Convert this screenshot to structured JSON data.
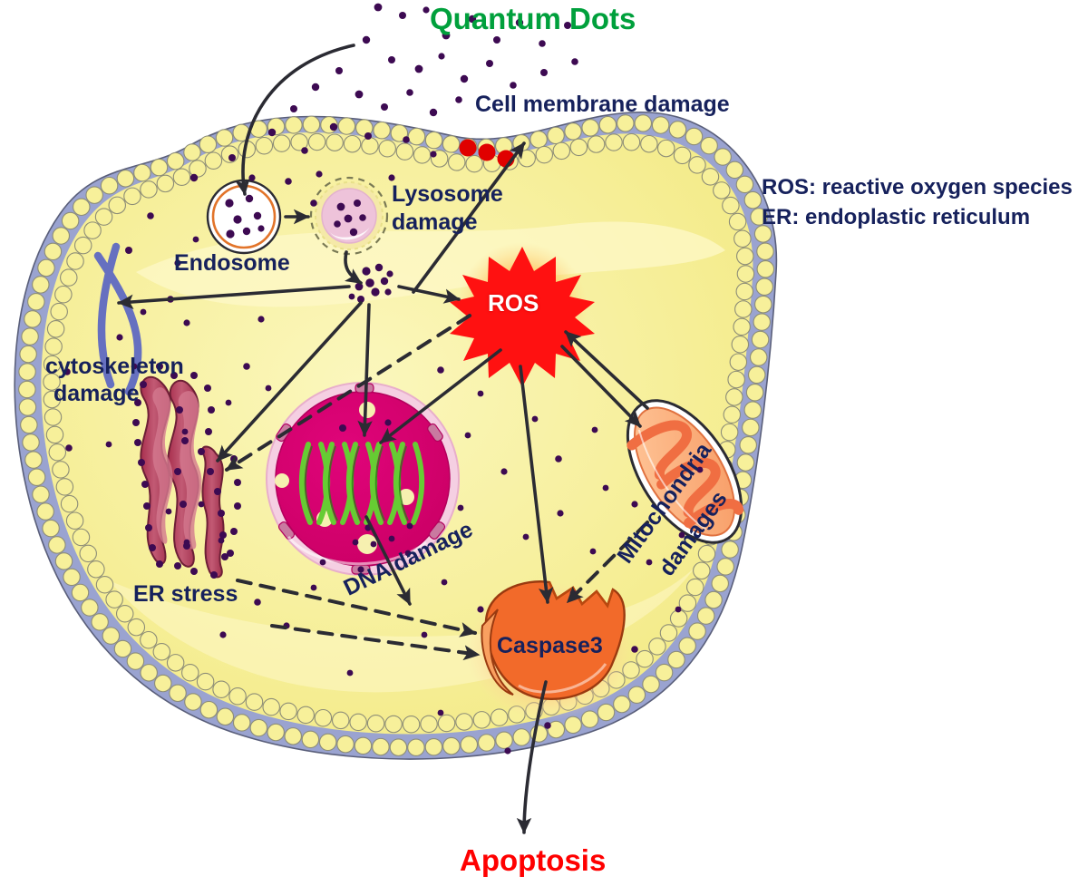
{
  "figure": {
    "type": "biological-pathway-diagram",
    "subject": "Quantum dot induced cytotoxicity pathways in a cell",
    "background_color": "#ffffff"
  },
  "title": {
    "text": "Quantum Dots",
    "color": "#00a03c"
  },
  "outcome": {
    "text": "Apoptosis",
    "color": "#ff0000"
  },
  "legend": {
    "items": [
      {
        "abbr": "ROS",
        "text": "ROS: reactive oxygen species"
      },
      {
        "abbr": "ER",
        "text": "ER: endoplastic reticulum"
      }
    ],
    "color": "#16215c"
  },
  "labels": {
    "cell_membrane_damage": "Cell membrane damage",
    "endosome": "Endosome",
    "lysosome_damage_line1": "Lysosome",
    "lysosome_damage_line2": "damage",
    "cytoskeleton_damage_line1": "cytoskeleton",
    "cytoskeleton_damage_line2": "damage",
    "er_stress": "ER stress",
    "dna_damage": "DNA damage",
    "mitochondria_damages_line1": "Mitochondria",
    "mitochondria_damages_line2": "damages",
    "ros": "ROS",
    "caspase3": "Caspase3"
  },
  "organelles": [
    {
      "name": "cell-membrane",
      "label": "Cell membrane damage",
      "damage": true,
      "colors": {
        "bilayer_head": "#f7f09a",
        "cytoplasm_band": "#9aa3d0",
        "damage_marker": "#e00000"
      }
    },
    {
      "name": "endosome",
      "label": "Endosome",
      "damage": false,
      "colors": {
        "fill": "#ffffff",
        "inner_ring": "#e2742a",
        "outer_ring": "#333333"
      }
    },
    {
      "name": "lysosome",
      "label": "Lysosome damage",
      "damage": true,
      "colors": {
        "fill": "#eec3da",
        "dashed_ring": "#e8e08a"
      }
    },
    {
      "name": "cytoskeleton",
      "label": "cytoskeleton damage",
      "damage": true,
      "colors": {
        "filament": "#6670c0"
      }
    },
    {
      "name": "endoplasmic-reticulum",
      "label": "ER stress",
      "damage": true,
      "colors": {
        "tubule": "#b03553",
        "highlight": "#d4798f",
        "ribosome": "#3d0a52"
      }
    },
    {
      "name": "nucleus",
      "label": "DNA damage",
      "damage": true,
      "colors": {
        "nucleoplasm": "#d6006e",
        "envelope": "#f5cfe2",
        "dna": "#66cc33",
        "nucleolus": "#f6f0b0"
      }
    },
    {
      "name": "mitochondria",
      "label": "Mitochondria damages",
      "damage": true,
      "colors": {
        "matrix": "#f9a978",
        "cristae": "#f06e42",
        "outer": "#ffffff"
      }
    },
    {
      "name": "ros-burst",
      "label": "ROS",
      "damage": true,
      "colors": {
        "fill": "#ff1111",
        "glow": "#ffa500",
        "text": "#ffffff"
      }
    },
    {
      "name": "caspase3",
      "label": "Caspase3",
      "damage": true,
      "colors": {
        "fill": "#f26a2a",
        "glow": "#ffc880",
        "text": "#16215c"
      }
    }
  ],
  "quantum_dots": {
    "color": "#3d0a52",
    "description": "small purple dots scattered outside and inside the cell"
  },
  "pathways": [
    {
      "from": "Quantum Dots",
      "to": "Endosome",
      "style": "curved-solid"
    },
    {
      "from": "Endosome",
      "to": "Lysosome",
      "style": "solid"
    },
    {
      "from": "Lysosome",
      "to": "released quantum dots",
      "style": "curved-solid"
    },
    {
      "from": "released quantum dots",
      "to": "Cell membrane damage",
      "style": "solid"
    },
    {
      "from": "released quantum dots",
      "to": "cytoskeleton damage",
      "style": "solid"
    },
    {
      "from": "released quantum dots",
      "to": "ER stress",
      "style": "solid"
    },
    {
      "from": "released quantum dots",
      "to": "DNA damage",
      "style": "solid"
    },
    {
      "from": "released quantum dots",
      "to": "ROS",
      "style": "solid"
    },
    {
      "from": "ROS",
      "to": "ER stress",
      "style": "dashed"
    },
    {
      "from": "ROS",
      "to": "nucleus / DNA damage",
      "style": "solid"
    },
    {
      "from": "ROS",
      "to": "Mitochondria",
      "style": "solid"
    },
    {
      "from": "Mitochondria",
      "to": "ROS",
      "style": "solid"
    },
    {
      "from": "ROS",
      "to": "Caspase3",
      "style": "solid"
    },
    {
      "from": "Mitochondria damages",
      "to": "Caspase3",
      "style": "dashed"
    },
    {
      "from": "ER stress",
      "to": "Caspase3",
      "style": "dashed"
    },
    {
      "from": "DNA damage",
      "to": "Caspase3",
      "style": "dashed"
    },
    {
      "from": "Caspase3",
      "to": "Apoptosis",
      "style": "curved-solid"
    }
  ]
}
